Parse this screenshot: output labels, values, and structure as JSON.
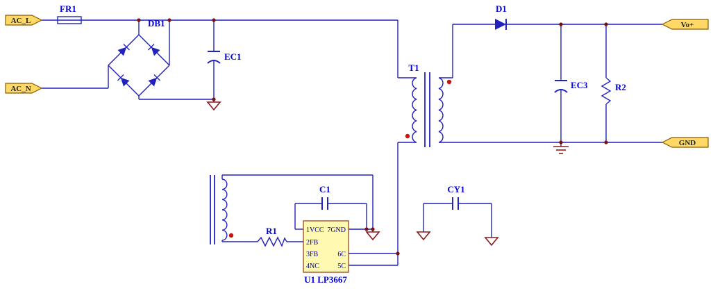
{
  "colors": {
    "wire": "#2121bd",
    "label": "#0202d6",
    "gnd": "#8b1a1a",
    "junc": "#7a1010",
    "dot": "#c41414",
    "portfill": "#ffd966",
    "portstroke": "#8a5a00",
    "porttext": "#222222",
    "icfill": "#fff9b1",
    "icstroke": "#a0522d",
    "pintext": "#00008b",
    "bg": "#ffffff"
  },
  "ports": {
    "ac_line": "AC_L",
    "ac_neutral": "AC_N",
    "output_positive": "Vo+",
    "output_ground": "GND"
  },
  "designators": {
    "fuse": "FR1",
    "bridge_rectifier": "DB1",
    "bulk_capacitor": "EC1",
    "transformer": "T1",
    "output_diode": "D1",
    "output_capacitor": "EC3",
    "output_resistor": "R2",
    "vcc_capacitor": "C1",
    "feedback_resistor": "R1",
    "y_capacitor": "CY1",
    "controller_ic": "U1 LP3667"
  },
  "ic_pins": {
    "pin1": "1VCC",
    "pin2": "2FB",
    "pin3": "3FB",
    "pin4": "4NC",
    "pin7": "7GND",
    "pin6": "6C",
    "pin5": "5C"
  }
}
